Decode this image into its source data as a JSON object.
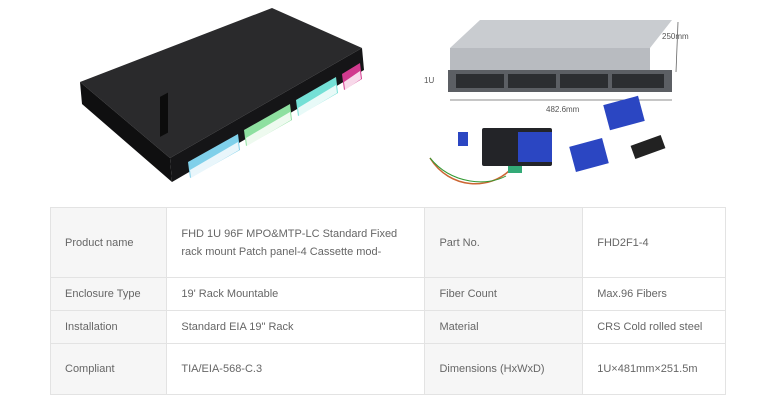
{
  "images": {
    "rack_dims": {
      "depth": "250mm",
      "height": "1U",
      "width": "482.6mm"
    },
    "colors": {
      "body": "#1c1c1e",
      "blue_adapter": "#7fd0ea",
      "green_adapter": "#8ee0a0",
      "aqua_adapter": "#74e0d6",
      "magenta_adapter": "#d13a8e",
      "cassette_blue": "#2b46c2"
    }
  },
  "spec": {
    "rows": [
      {
        "label1": "Product name",
        "value1": "FHD 1U 96F MPO&MTP-LC Standard Fixed rack mount Patch panel-4 Cassette mod-",
        "label2": "Part No.",
        "value2": "FHD2F1-4"
      },
      {
        "label1": "Enclosure Type",
        "value1": "19' Rack Mountable",
        "label2": "Fiber Count",
        "value2": "Max.96 Fibers"
      },
      {
        "label1": "Installation",
        "value1": "Standard EIA 19\" Rack",
        "label2": "Material",
        "value2": "CRS Cold rolled steel"
      },
      {
        "label1": "Compliant",
        "value1": "TIA/EIA-568-C.3",
        "label2": "Dimensions (HxWxD)",
        "value2": "1U×481mm×251.5m"
      }
    ]
  }
}
